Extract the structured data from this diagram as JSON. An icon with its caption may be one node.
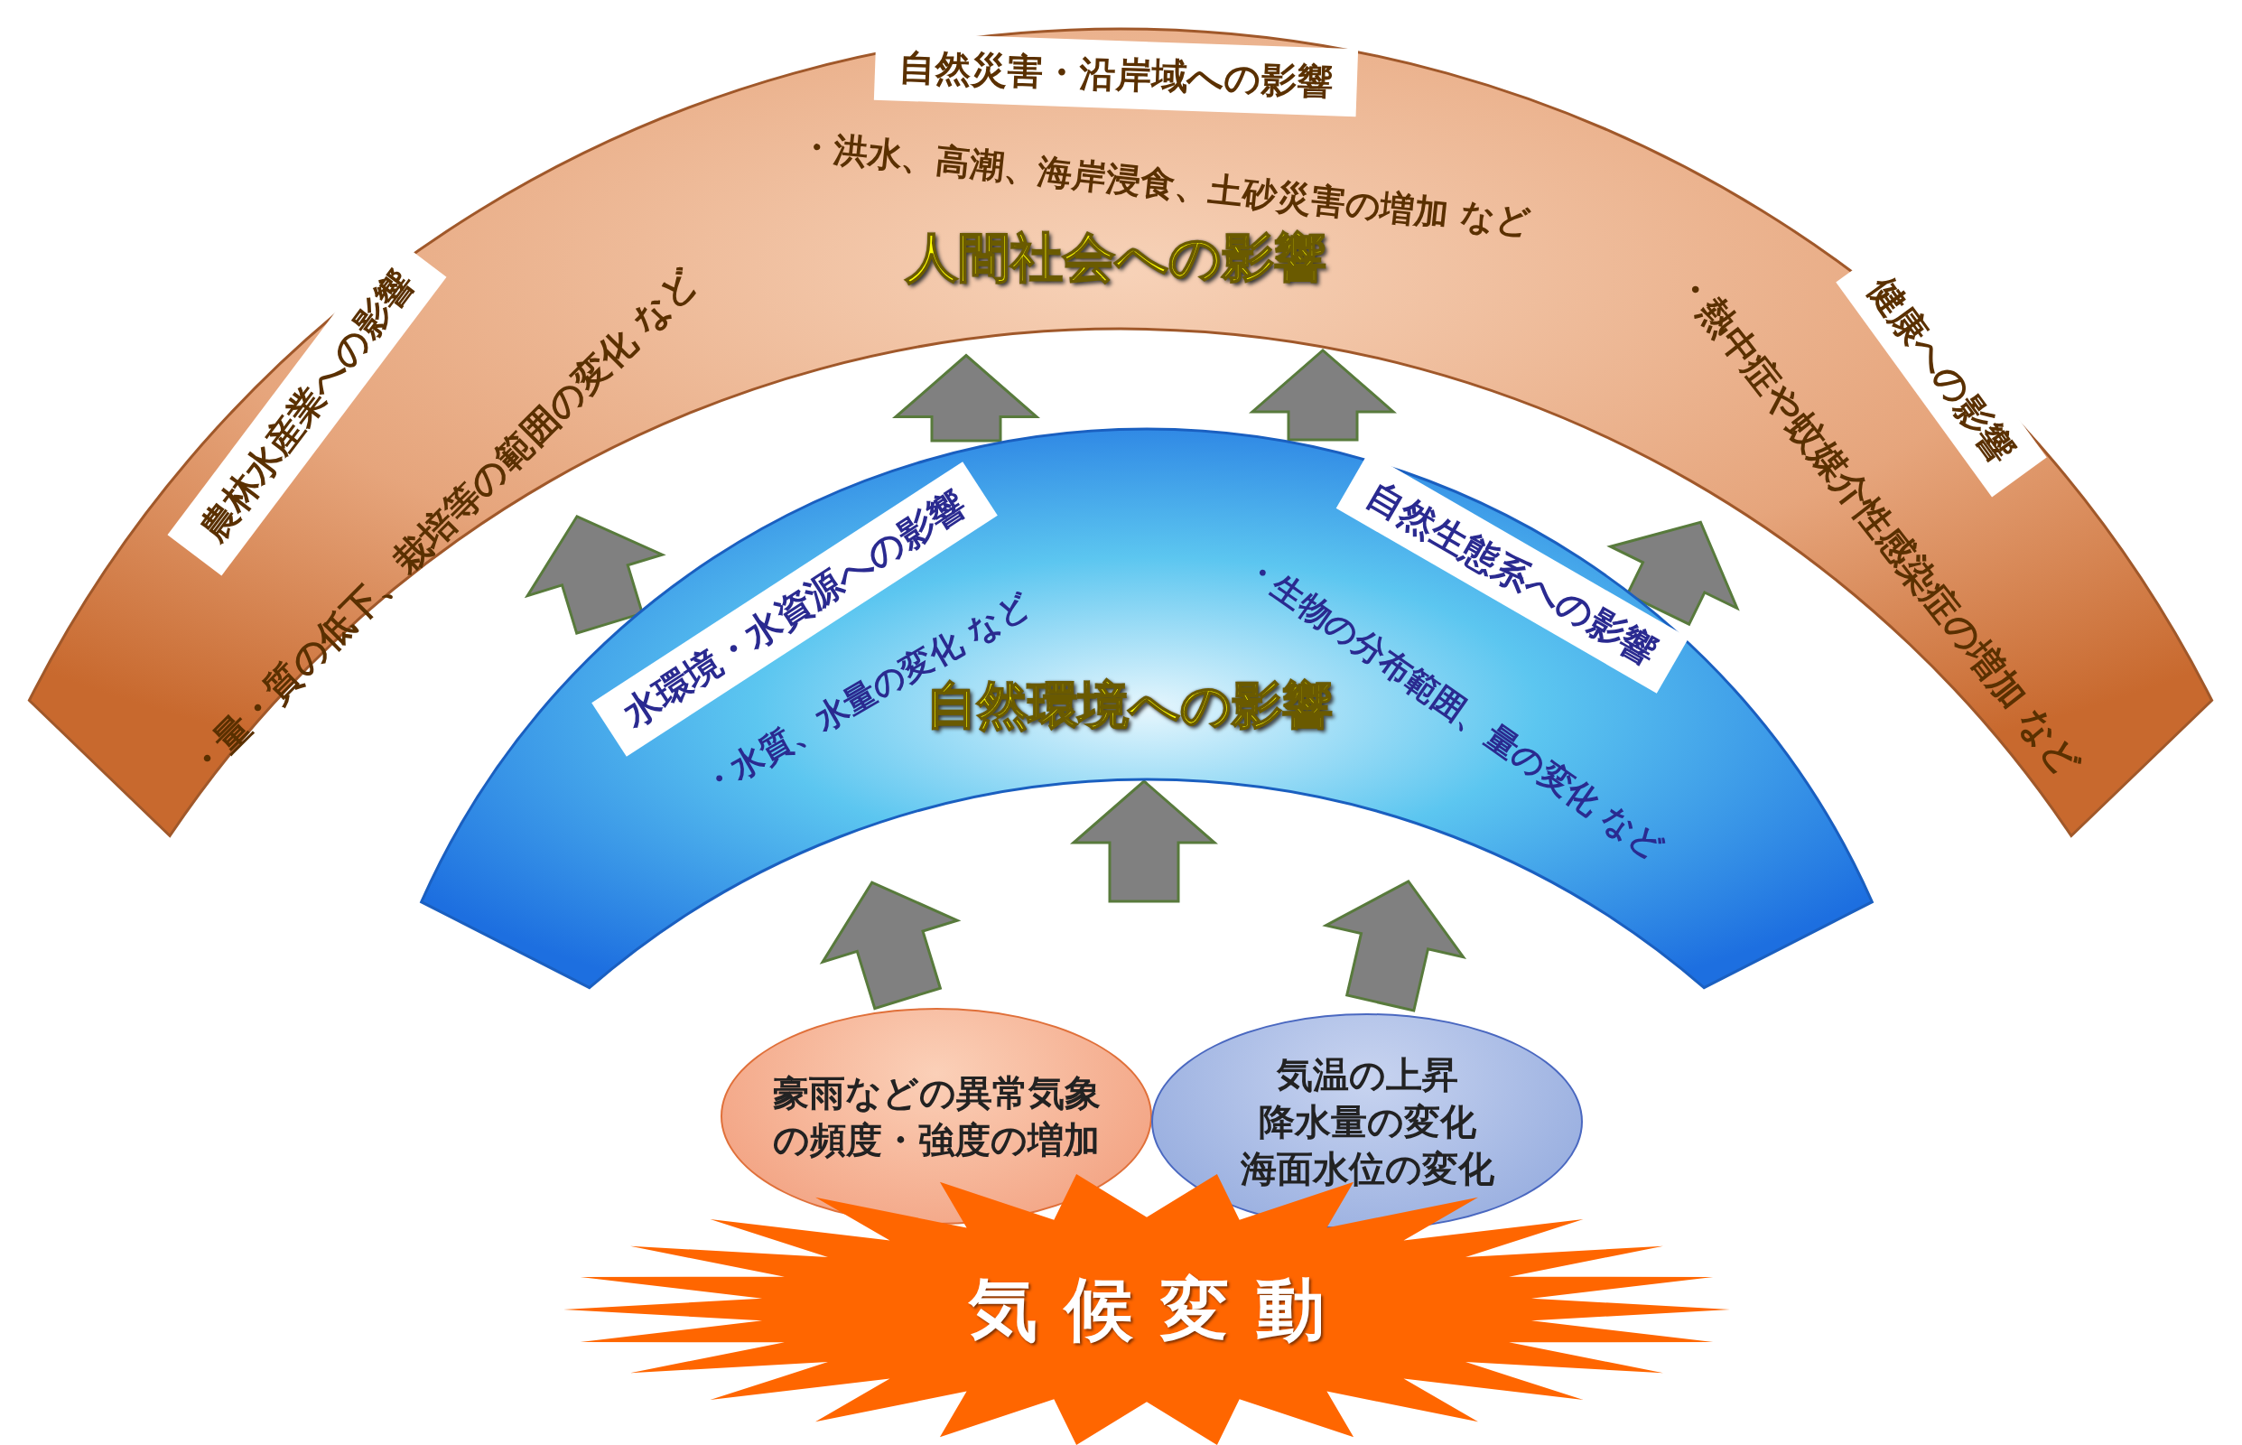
{
  "diagram": {
    "nodes": [
      {
        "text": [
          "人間社会への影響"
        ]
      },
      {
        "text": [
          "農林水産業への影響",
          "・量・質の低下、栽培等の範囲の変化 など"
        ],
        "in": 0
      },
      {
        "text": [
          "自然災害・沿岸域への影響",
          "・洪水、高潮、海岸浸食、土砂災害の増加 など"
        ],
        "in": 0
      },
      {
        "text": [
          "健康への影響",
          "・熱中症や蚊媒介性感染症の増加 など"
        ],
        "in": 0
      },
      {
        "text": [
          "自然環境への影響"
        ]
      },
      {
        "text": [
          "水環境・水資源への影響",
          "・水質、水量の変化 など"
        ],
        "in": 4
      },
      {
        "text": [
          "自然生態系への影響",
          "・生物の分布範囲、量の変化 など"
        ],
        "in": 4
      },
      {
        "text": [
          "豪雨などの異常気象の頻度・強度の増加"
        ]
      },
      {
        "text": [
          "気温の上昇",
          "降水量の変化",
          "海面水位の変化"
        ]
      },
      {
        "text": [
          "気候変動"
        ]
      }
    ],
    "edges": [
      {
        "from": 7,
        "to": 4,
        "arrow": "to"
      },
      {
        "from": null,
        "to": 4,
        "arrow": "to"
      },
      {
        "from": 8,
        "to": 4,
        "arrow": "to"
      },
      {
        "from": 4,
        "to": 0,
        "arrow": "to"
      },
      {
        "from": 4,
        "to": 0,
        "arrow": "to"
      },
      {
        "from": 4,
        "to": 0,
        "arrow": "to"
      },
      {
        "from": 4,
        "to": 0,
        "arrow": "to"
      }
    ]
  }
}
